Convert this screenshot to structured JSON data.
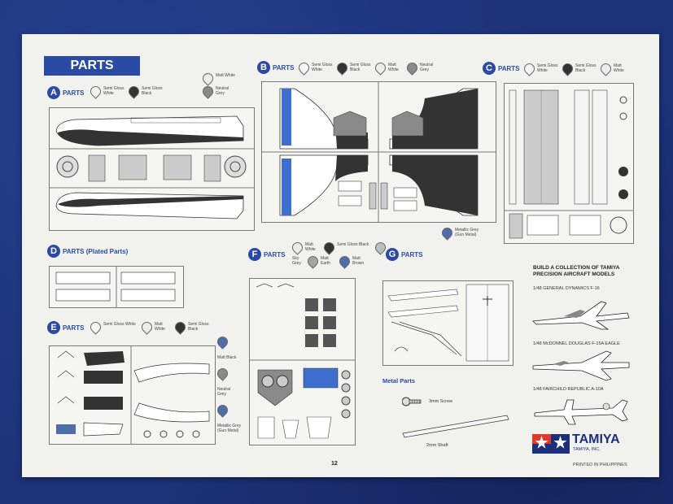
{
  "header": {
    "banner": "PARTS"
  },
  "sections": [
    {
      "letter": "A",
      "label": "PARTS"
    },
    {
      "letter": "B",
      "label": "PARTS"
    },
    {
      "letter": "C",
      "label": "PARTS"
    },
    {
      "letter": "D",
      "label": "PARTS (Plated Parts)"
    },
    {
      "letter": "E",
      "label": "PARTS"
    },
    {
      "letter": "F",
      "label": "PARTS"
    },
    {
      "letter": "G",
      "label": "PARTS"
    }
  ],
  "legends": {
    "a": [
      "Semi Gloss White",
      "Semi Gloss Black",
      "Matt White",
      "Neutral Grey"
    ],
    "b": [
      "Semi Gloss White",
      "Semi Gloss Black",
      "Matt White",
      "Neutral Grey"
    ],
    "c": [
      "Semi Gloss White",
      "Semi Gloss Black",
      "Matt White"
    ],
    "e": [
      "Semi Gloss White",
      "Matt White",
      "Semi Gloss Black"
    ],
    "e_side": [
      "Matt Black",
      "Neutral Grey",
      "Metallic Grey (Gun Metal)"
    ],
    "f": [
      "Matt White",
      "Semi Gloss Black",
      "Sky Grey",
      "Matt Earth",
      "Matt Brown"
    ],
    "b_metal": "Metallic Grey (Gun Metal)"
  },
  "colors": {
    "semi_gloss_white": "#f4f4f4",
    "semi_gloss_black": "#333333",
    "matt_white": "#ececec",
    "neutral_grey": "#8a8a8a",
    "sky_grey": "#b8bec4",
    "matt_earth": "#a9a39a",
    "matt_brown": "#6b5e55",
    "metallic_grey": "#4f6ea8",
    "accent": "#2b4aa6"
  },
  "metal_parts": {
    "title": "Metal Parts",
    "screw": "3mm Screw",
    "shaft": "2mm Shaft"
  },
  "collection": {
    "title": "BUILD A COLLECTION OF TAMIYA PRECISION AIRCRAFT MODELS",
    "models": [
      "1/48 GENERAL DYNAMICS F-16",
      "1/48 McDONNEL DOUGLAS F-15A EAGLE",
      "1/48 FAIRCHILD REPUBLIC A-10A"
    ]
  },
  "brand": {
    "name": "TAMIYA",
    "sub": "TAMIYA, INC."
  },
  "footer": {
    "page": "12",
    "printed": "PRINTED IN PHILIPPINES"
  }
}
